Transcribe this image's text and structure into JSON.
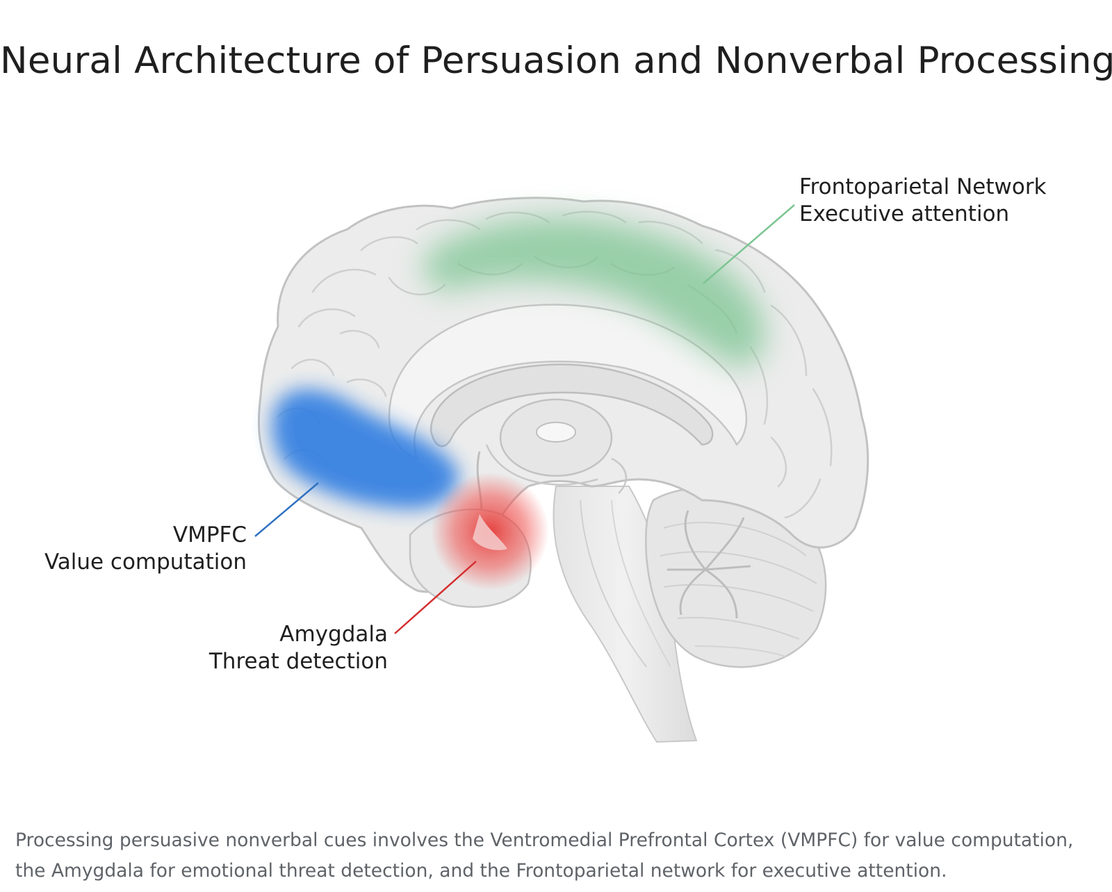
{
  "title": "Neural Architecture of Persuasion and Nonverbal Processing",
  "regions": {
    "frontoparietal": {
      "name": "Frontoparietal Network",
      "function": "Executive attention",
      "color": "#7cc592"
    },
    "vmpfc": {
      "name": "VMPFC",
      "function": "Value computation",
      "color": "#2f7de1"
    },
    "amygdala": {
      "name": "Amygdala",
      "function": "Threat detection",
      "color": "#e53935"
    }
  },
  "caption": "Processing persuasive nonverbal cues involves the Ventromedial Prefrontal Cortex (VMPFC) for value computation, the Amygdala for emotional threat detection, and the Frontoparietal network for executive attention."
}
